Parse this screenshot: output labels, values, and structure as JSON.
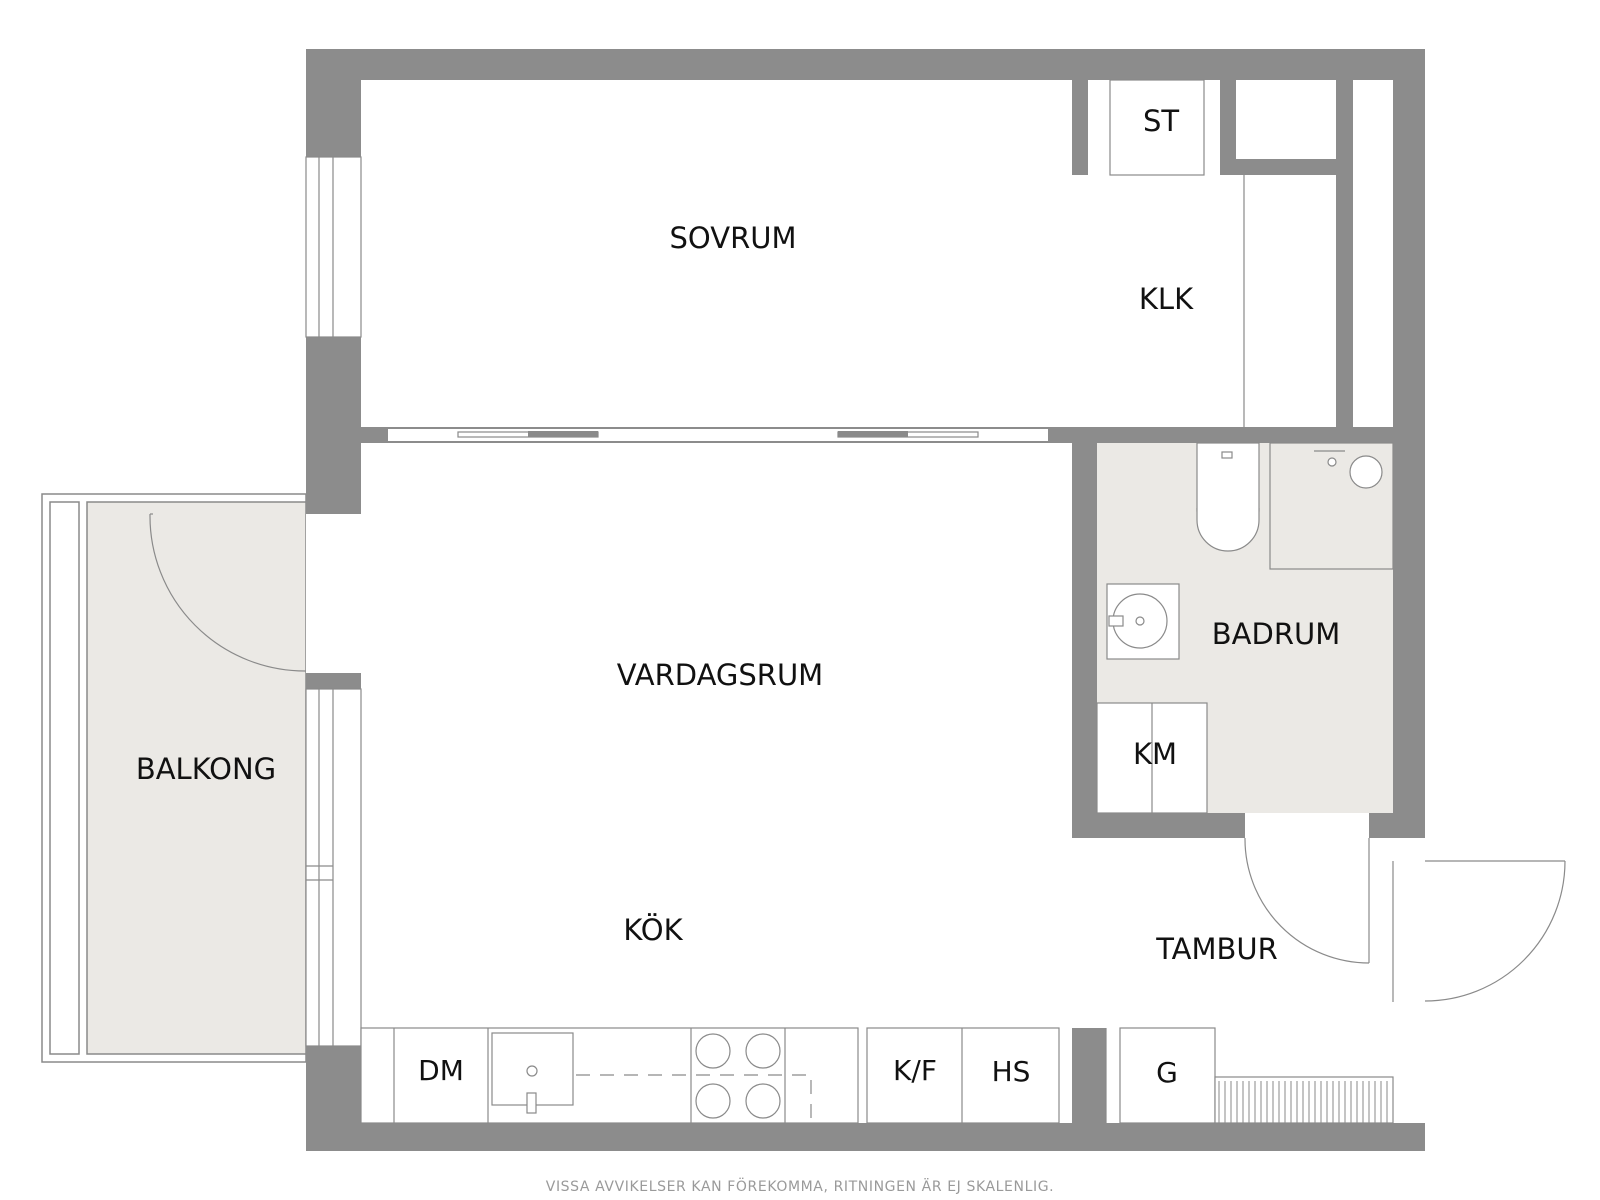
{
  "colors": {
    "wall": "#8c8c8c",
    "floor": "#ffffff",
    "wet_floor": "#ebe9e5",
    "line": "#8a8a8a",
    "text": "#111111",
    "disclaimer": "#9a9a9a"
  },
  "rooms": {
    "sovrum": "SOVRUM",
    "klk": "KLK",
    "st": "ST",
    "vardagsrum": "VARDAGSRUM",
    "kok": "KÖK",
    "badrum": "BADRUM",
    "km": "KM",
    "balkong": "BALKONG",
    "tambur": "TAMBUR"
  },
  "fixtures": {
    "dm": "DM",
    "kf": "K/F",
    "hs": "HS",
    "g": "G"
  },
  "disclaimer": "VISSA AVVIKELSER KAN FÖREKOMMA, RITNINGEN ÄR EJ SKALENLIG."
}
